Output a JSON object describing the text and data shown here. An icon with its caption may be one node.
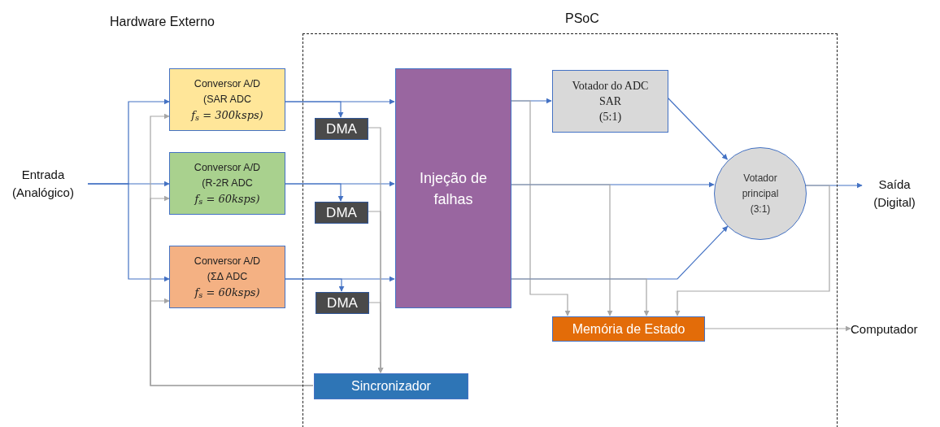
{
  "diagram": {
    "nodes": [
      {
        "text": [
          "Entrada (Analógico)"
        ]
      },
      {
        "text": [
          "Conversor A/D",
          "(SAR ADC",
          "f$_{s}$ = 300ksps)"
        ]
      },
      {
        "text": [
          "Conversor A/D",
          "(R-2R ADC",
          "f$_{s}$ = 60ksps)"
        ]
      },
      {
        "text": [
          "Conversor A/D",
          "(ΣΔ ADC",
          "f$_{s}$ = 60ksps)"
        ]
      },
      {
        "text": [
          "PSoC"
        ]
      },
      {
        "text": [
          "DMA"
        ],
        "in": 4
      },
      {
        "text": [
          "DMA"
        ],
        "in": 4
      },
      {
        "text": [
          "DMA"
        ],
        "in": 4
      },
      {
        "text": [
          "Injeção de falhas"
        ],
        "in": 4
      },
      {
        "text": [
          "Votador do ADC SAR",
          "(5:1)"
        ],
        "in": 4
      },
      {
        "text": [
          "Votador principal",
          "(3:1)"
        ],
        "in": 4
      },
      {
        "text": [
          "Memória de Estado"
        ],
        "in": 4
      },
      {
        "text": [
          "Sincronizador"
        ],
        "in": 4
      },
      {
        "text": [
          "Saída (Digital)"
        ]
      },
      {
        "text": [
          "Computador"
        ]
      }
    ],
    "edges": [
      {
        "from": 0,
        "to": 1,
        "arrow": "to"
      },
      {
        "from": 0,
        "to": 2,
        "arrow": "to"
      },
      {
        "from": 0,
        "to": 3,
        "arrow": "to"
      },
      {
        "from": 1,
        "to": 8,
        "arrow": "to"
      },
      {
        "from": 1,
        "to": 5,
        "arrow": "to"
      },
      {
        "from": 2,
        "to": 8,
        "arrow": "to"
      },
      {
        "from": 2,
        "to": 6,
        "arrow": "to"
      },
      {
        "from": 3,
        "to": 8,
        "arrow": "to"
      },
      {
        "from": 3,
        "to": 7,
        "arrow": "to"
      },
      {
        "from": 5,
        "to": 12,
        "arrow": "to",
        "color": "#a6a6a6"
      },
      {
        "from": 6,
        "to": 12,
        "arrow": "to",
        "color": "#a6a6a6"
      },
      {
        "from": 7,
        "to": 12,
        "arrow": "to",
        "color": "#a6a6a6"
      },
      {
        "from": 12,
        "to": 1,
        "arrow": "to",
        "color": "#a6a6a6"
      },
      {
        "from": 12,
        "to": 2,
        "arrow": "to",
        "color": "#a6a6a6"
      },
      {
        "from": 12,
        "to": 3,
        "arrow": "to",
        "color": "#a6a6a6"
      },
      {
        "from": 8,
        "to": 9,
        "arrow": "to"
      },
      {
        "from": 8,
        "to": 11,
        "arrow": "to",
        "color": "#a6a6a6"
      },
      {
        "from": 8,
        "to": 10,
        "arrow": "to"
      },
      {
        "from": 8,
        "to": 11,
        "arrow": "to",
        "color": "#a6a6a6"
      },
      {
        "from": 8,
        "to": 10,
        "arrow": "to"
      },
      {
        "from": 8,
        "to": 11,
        "arrow": "to",
        "color": "#a6a6a6"
      },
      {
        "from": 9,
        "to": 10,
        "arrow": "to"
      },
      {
        "from": 10,
        "to": 13,
        "arrow": "to"
      },
      {
        "from": 10,
        "to": 11,
        "arrow": "to",
        "color": "#a6a6a6"
      },
      {
        "from": 11,
        "to": 14,
        "arrow": "to",
        "color": "#a6a6a6"
      }
    ],
    "labels": [
      "Hardware Externo"
    ]
  }
}
